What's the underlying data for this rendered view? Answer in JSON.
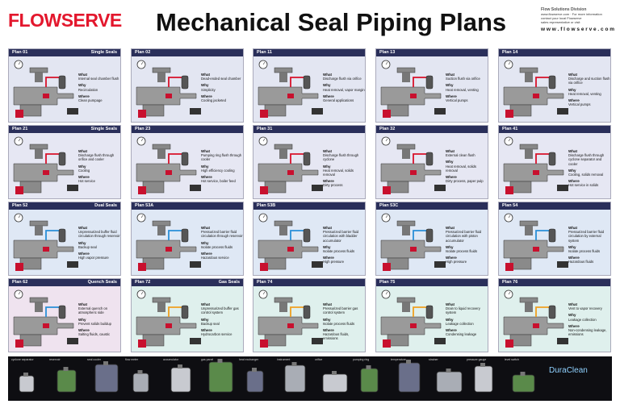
{
  "header": {
    "logo": "FLOWSERVE",
    "title": "Mechanical Seal Piping Plans",
    "division_title": "Flow Solutions Division",
    "division_lines": [
      "www.flowserve.com  ·  For more information",
      "contact your local Flowserve",
      "sales representative or visit"
    ],
    "website": "w w w . f l o w s e r v e . c o m"
  },
  "panels": [
    {
      "plan": "Plan 01",
      "category": "Single Seals",
      "row": "prow1",
      "lines": [
        [
          "What",
          "Internal seal chamber flush"
        ],
        [
          "Why",
          "Recirculation"
        ],
        [
          "Where",
          "Clean pumpage"
        ]
      ]
    },
    {
      "plan": "Plan 02",
      "category": "",
      "row": "prow1",
      "lines": [
        [
          "What",
          "Dead-ended seal chamber"
        ],
        [
          "Why",
          "Simplicity"
        ],
        [
          "Where",
          "Cooling jacketed"
        ]
      ]
    },
    {
      "plan": "Plan 11",
      "category": "",
      "row": "prow1",
      "lines": [
        [
          "What",
          "Discharge flush via orifice"
        ],
        [
          "Why",
          "Heat removal, vapor margin"
        ],
        [
          "Where",
          "General applications"
        ]
      ]
    },
    {
      "plan": "Plan 13",
      "category": "",
      "row": "prow1",
      "lines": [
        [
          "What",
          "Suction flush via orifice"
        ],
        [
          "Why",
          "Heat removal, venting"
        ],
        [
          "Where",
          "Vertical pumps"
        ]
      ]
    },
    {
      "plan": "Plan 14",
      "category": "",
      "row": "prow1",
      "lines": [
        [
          "What",
          "Discharge and suction flush via orifice"
        ],
        [
          "Why",
          "Heat removal, venting"
        ],
        [
          "Where",
          "Vertical pumps"
        ]
      ]
    },
    {
      "plan": "Plan 21",
      "category": "Single Seals",
      "row": "prow2",
      "lines": [
        [
          "What",
          "Discharge flush through orifice and cooler"
        ],
        [
          "Why",
          "Cooling"
        ],
        [
          "Where",
          "Hot service"
        ]
      ]
    },
    {
      "plan": "Plan 23",
      "category": "",
      "row": "prow2",
      "lines": [
        [
          "What",
          "Pumping ring flush through cooler"
        ],
        [
          "Why",
          "High efficiency cooling"
        ],
        [
          "Where",
          "Hot service, boiler feed"
        ]
      ]
    },
    {
      "plan": "Plan 31",
      "category": "",
      "row": "prow2",
      "lines": [
        [
          "What",
          "Discharge flush through cyclone"
        ],
        [
          "Why",
          "Heat removal, solids removal"
        ],
        [
          "Where",
          "Dirty process"
        ]
      ]
    },
    {
      "plan": "Plan 32",
      "category": "",
      "row": "prow2",
      "lines": [
        [
          "What",
          "External clean flush"
        ],
        [
          "Why",
          "Heat removal, solids removal"
        ],
        [
          "Where",
          "Dirty process, paper pulp"
        ]
      ]
    },
    {
      "plan": "Plan 41",
      "category": "",
      "row": "prow2",
      "lines": [
        [
          "What",
          "Discharge flush through cyclone separator and cooler"
        ],
        [
          "Why",
          "Cooling, solids removal"
        ],
        [
          "Where",
          "Hot service in solids"
        ]
      ]
    },
    {
      "plan": "Plan 52",
      "category": "Dual Seals",
      "row": "prow3",
      "lines": [
        [
          "What",
          "Unpressurized buffer fluid circulation through reservoir"
        ],
        [
          "Why",
          "Backup seal"
        ],
        [
          "Where",
          "High vapor pressure"
        ]
      ]
    },
    {
      "plan": "Plan 53A",
      "category": "",
      "row": "prow3",
      "lines": [
        [
          "What",
          "Pressurized barrier fluid circulation through reservoir"
        ],
        [
          "Why",
          "Isolate process fluids"
        ],
        [
          "Where",
          "Hazardous service"
        ]
      ]
    },
    {
      "plan": "Plan 53B",
      "category": "",
      "row": "prow3",
      "lines": [
        [
          "What",
          "Pressurized barrier fluid circulation with bladder accumulator"
        ],
        [
          "Why",
          "Isolate process fluids"
        ],
        [
          "Where",
          "High pressure"
        ]
      ]
    },
    {
      "plan": "Plan 53C",
      "category": "",
      "row": "prow3",
      "lines": [
        [
          "What",
          "Pressurized barrier fluid circulation with piston accumulator"
        ],
        [
          "Why",
          "Isolate process fluids"
        ],
        [
          "Where",
          "High pressure"
        ]
      ]
    },
    {
      "plan": "Plan 54",
      "category": "",
      "row": "prow3",
      "lines": [
        [
          "What",
          "Pressurized barrier fluid circulation by external system"
        ],
        [
          "Why",
          "Isolate process fluids"
        ],
        [
          "Where",
          "Hazardous fluids"
        ]
      ]
    },
    {
      "plan": "Plan 62",
      "category": "Quench Seals",
      "row": "quench",
      "lines": [
        [
          "What",
          "External quench on atmospheric side"
        ],
        [
          "Why",
          "Prevent solids buildup"
        ],
        [
          "Where",
          "Salting fluids, caustic"
        ]
      ]
    },
    {
      "plan": "Plan 72",
      "category": "Gas Seals",
      "row": "gas",
      "lines": [
        [
          "What",
          "Unpressurized buffer gas control system"
        ],
        [
          "Why",
          "Backup seal"
        ],
        [
          "Where",
          "Hydrocarbon service"
        ]
      ]
    },
    {
      "plan": "Plan 74",
      "category": "",
      "row": "gas",
      "lines": [
        [
          "What",
          "Pressurized barrier gas control system"
        ],
        [
          "Why",
          "Isolate process fluids"
        ],
        [
          "Where",
          "Hazardous fluids, emissions"
        ]
      ]
    },
    {
      "plan": "Plan 75",
      "category": "",
      "row": "gas",
      "lines": [
        [
          "What",
          "Drain to liquid recovery system"
        ],
        [
          "Why",
          "Leakage collection"
        ],
        [
          "Where",
          "Condensing leakage"
        ]
      ]
    },
    {
      "plan": "Plan 76",
      "category": "",
      "row": "gas",
      "lines": [
        [
          "What",
          "Vent to vapor recovery"
        ],
        [
          "Why",
          "Leakage collection"
        ],
        [
          "Where",
          "Non-condensing leakage, emissions"
        ]
      ]
    }
  ],
  "products": [
    "cyclone separator",
    "reservoir",
    "seal cooler",
    "flow meter",
    "accumulator",
    "gas panel",
    "heat exchanger",
    "instrument",
    "orifice",
    "pumping ring",
    "temperature",
    "strainer",
    "pressure gauge",
    "level switch",
    "DuraClean"
  ],
  "duraclean": {
    "a": "Dura",
    "b": "Clean"
  }
}
